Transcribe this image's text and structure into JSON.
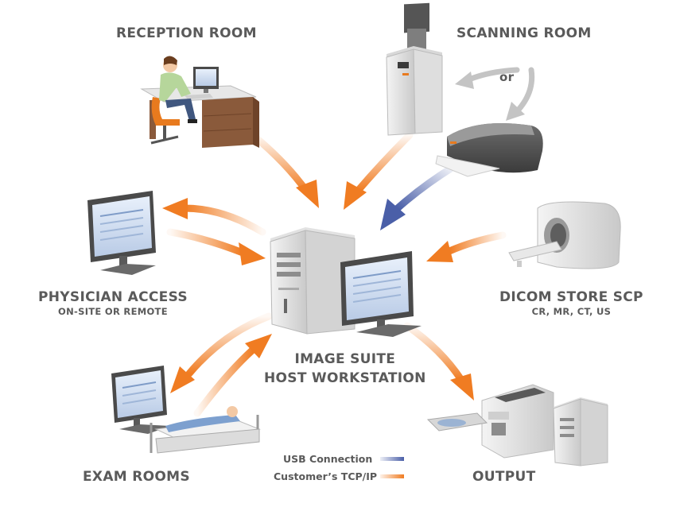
{
  "nodes": {
    "reception": {
      "label": "RECEPTION ROOM"
    },
    "scanning": {
      "label": "SCANNING ROOM",
      "or_text": "or"
    },
    "physician": {
      "label": "PHYSICIAN ACCESS",
      "sublabel": "ON-SITE OR REMOTE"
    },
    "dicom": {
      "label": "DICOM STORE SCP",
      "sublabel": "CR, MR, CT, US"
    },
    "host": {
      "label_line1": "IMAGE SUITE",
      "label_line2": "HOST WORKSTATION"
    },
    "exam": {
      "label": "EXAM ROOMS"
    },
    "output": {
      "label": "OUTPUT"
    }
  },
  "legend": {
    "usb": "USB Connection",
    "tcp": "Customer’s TCP/IP"
  },
  "colors": {
    "orange": "#f07c22",
    "blue": "#4a5fa8",
    "grey_arrow": "#bdbdbd",
    "label": "#5a5a5a"
  }
}
